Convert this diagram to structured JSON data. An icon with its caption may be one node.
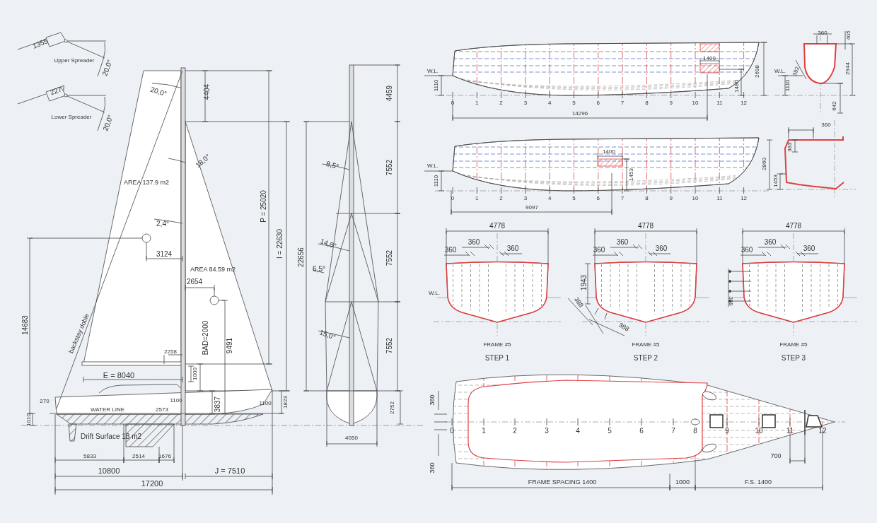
{
  "diagram": {
    "labels": [
      "1355",
      "Upper Spreader",
      "20,0°",
      "2277",
      "Lower Spreader",
      "20,0°",
      "20,0°",
      "4404",
      "18,0°",
      "AREA 137.9 m2",
      "P = 25020",
      "2,4°",
      "I = 22630",
      "3124",
      "AREA 84.59 m2",
      "2654",
      "14683",
      "backstay doble",
      "BAD=2000",
      "9491",
      "2258",
      "E = 8040",
      "1000",
      "3837",
      "270",
      "1100",
      "1100",
      "1823",
      "WATER LINE",
      "1010",
      "2573",
      "Drift Surface 18 m2",
      "5833",
      "2514",
      "1676",
      "10800",
      "J = 7510",
      "17200",
      "4459",
      "8,5°",
      "7552",
      "14,8°",
      "22656",
      "6,5°",
      "7552",
      "15,0°",
      "7552",
      "2752",
      "4050",
      "W.L.",
      "1110",
      "1400",
      "2698",
      "1480",
      "0",
      "1",
      "2",
      "3",
      "4",
      "5",
      "6",
      "7",
      "8",
      "9",
      "10",
      "11",
      "12",
      "14296",
      "360",
      "405",
      "392",
      "W.L.",
      "1110",
      "2944",
      "642",
      "1400",
      "W.L.",
      "1110",
      "1453",
      "0",
      "1",
      "2",
      "3",
      "4",
      "5",
      "6",
      "7",
      "8",
      "9",
      "10",
      "11",
      "12",
      "9097",
      "360",
      "383",
      "2860",
      "1453",
      "4778",
      "360",
      "360",
      "360",
      "W.L.",
      "FRAME #5",
      "STEP 1",
      "4778",
      "360",
      "360",
      "360",
      "1943",
      "388",
      "388",
      "FRAME #5",
      "STEP 2",
      "4778",
      "360",
      "360",
      "360",
      "389",
      "FRAME #5",
      "STEP 3",
      "360",
      "360",
      "0",
      "1",
      "2",
      "3",
      "4",
      "5",
      "6",
      "7",
      "8",
      "9",
      "10",
      "11",
      "12",
      "700",
      "FRAME SPACING 1400",
      "1000",
      "F.S. 1400"
    ]
  }
}
